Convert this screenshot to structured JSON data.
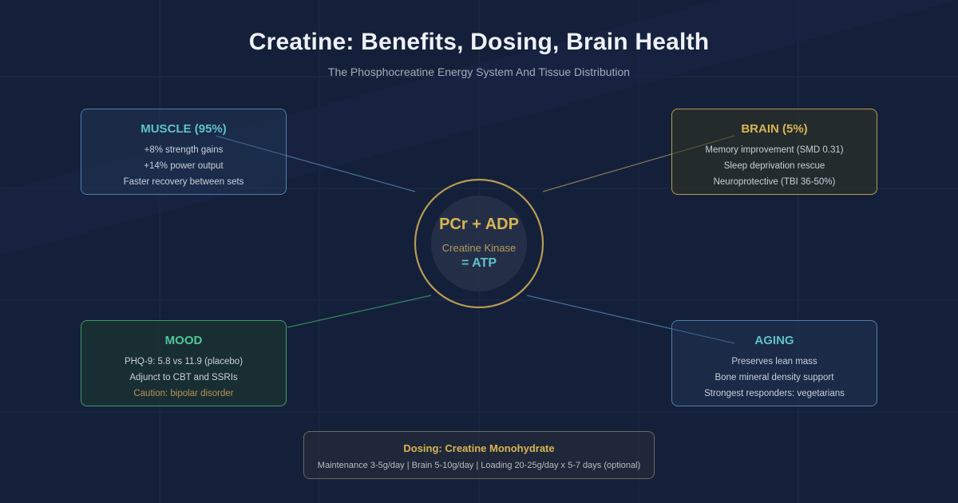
{
  "title": "Creatine: Benefits, Dosing, Brain Health",
  "subtitle": "The Phosphocreatine Energy System And Tissue Distribution",
  "center": {
    "main": "PCr + ADP",
    "enzyme": "Creatine Kinase",
    "result": "= ATP"
  },
  "cards": {
    "muscle": {
      "heading": "MUSCLE (95%)",
      "lines": [
        "+8% strength gains",
        "+14% power output",
        "Faster recovery between sets"
      ]
    },
    "brain": {
      "heading": "BRAIN (5%)",
      "lines": [
        "Memory improvement (SMD 0.31)",
        "Sleep deprivation rescue",
        "Neuroprotective (TBI 36-50%)"
      ]
    },
    "mood": {
      "heading": "MOOD",
      "lines": [
        "PHQ-9: 5.8 vs 11.9 (placebo)",
        "Adjunct to CBT and SSRIs"
      ],
      "caution": "Caution: bipolar disorder"
    },
    "aging": {
      "heading": "AGING",
      "lines": [
        "Preserves lean mass",
        "Bone mineral density support",
        "Strongest responders: vegetarians"
      ]
    }
  },
  "dosing": {
    "heading": "Dosing: Creatine Monohydrate",
    "detail": "Maintenance 3-5g/day | Brain 5-10g/day | Loading 20-25g/day x 5-7 days (optional)"
  },
  "colors": {
    "background": "#14203a",
    "gold": "#d8b552",
    "teal": "#5fc1cc",
    "green": "#4fc79a",
    "blue_border": "#4e7fae",
    "gold_border": "#b79b52",
    "green_border": "#3d9a67",
    "caution": "#b79357"
  }
}
